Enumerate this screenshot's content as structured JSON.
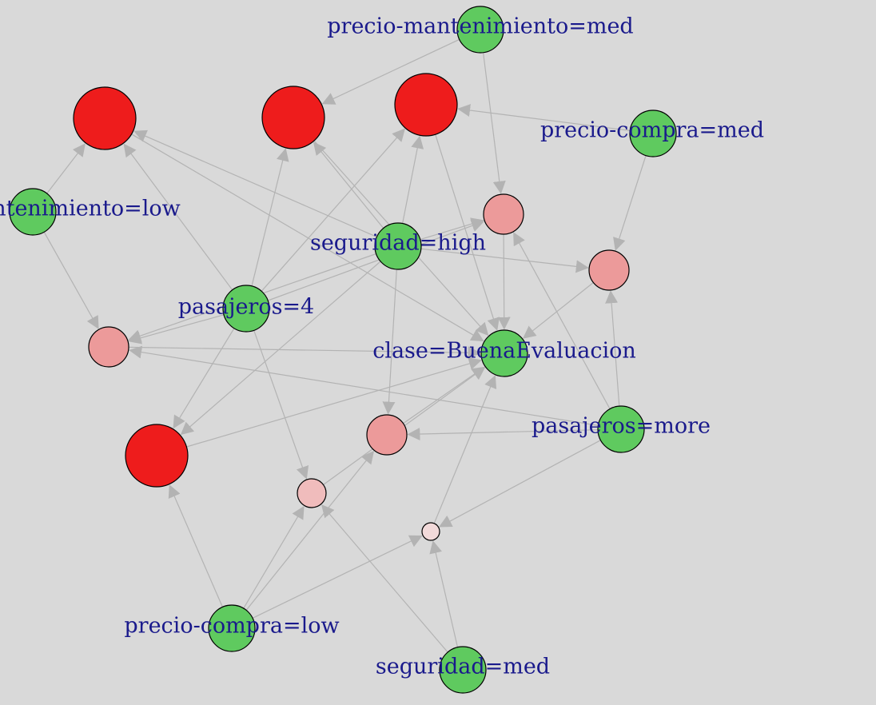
{
  "colors": {
    "background": "#d9d9d9",
    "edge": "#b3b3b3",
    "item_node": "#5fca5f",
    "rule_node_strong": "#ee1c1c",
    "label_text": "#1a1a8c",
    "node_outline": "#000000"
  },
  "graph": {
    "nodes": [
      {
        "id": "mant_med",
        "kind": "item",
        "label": "precio-mantenimiento=med",
        "fill": "#5fca5f"
      },
      {
        "id": "compra_med",
        "kind": "item",
        "label": "precio-compra=med",
        "fill": "#5fca5f"
      },
      {
        "id": "mant_low",
        "kind": "item",
        "label": "ntenimiento=low",
        "fill": "#5fca5f"
      },
      {
        "id": "seg_high",
        "kind": "item",
        "label": "seguridad=high",
        "fill": "#5fca5f"
      },
      {
        "id": "pas_4",
        "kind": "item",
        "label": "pasajeros=4",
        "fill": "#5fca5f"
      },
      {
        "id": "clase",
        "kind": "item",
        "label": "clase=BuenaEvaluacion",
        "fill": "#5fca5f"
      },
      {
        "id": "pas_more",
        "kind": "item",
        "label": "pasajeros=more",
        "fill": "#5fca5f"
      },
      {
        "id": "compra_low",
        "kind": "item",
        "label": "precio-compra=low",
        "fill": "#5fca5f"
      },
      {
        "id": "seg_med",
        "kind": "item",
        "label": "seguridad=med",
        "fill": "#5fca5f"
      },
      {
        "id": "r1",
        "kind": "rule",
        "label": "",
        "fill": "#ee1c1c"
      },
      {
        "id": "r2",
        "kind": "rule",
        "label": "",
        "fill": "#ee1c1c"
      },
      {
        "id": "r3",
        "kind": "rule",
        "label": "",
        "fill": "#ee1c1c"
      },
      {
        "id": "r4",
        "kind": "rule",
        "label": "",
        "fill": "#ee1c1c"
      },
      {
        "id": "r5",
        "kind": "rule",
        "label": "",
        "fill": "#ec9a9a"
      },
      {
        "id": "r6",
        "kind": "rule",
        "label": "",
        "fill": "#ec9a9a"
      },
      {
        "id": "r7",
        "kind": "rule",
        "label": "",
        "fill": "#ec9a9a"
      },
      {
        "id": "r8",
        "kind": "rule",
        "label": "",
        "fill": "#ec9a9a"
      },
      {
        "id": "r9",
        "kind": "rule",
        "label": "",
        "fill": "#f0bcbc"
      },
      {
        "id": "r10",
        "kind": "rule",
        "label": "",
        "fill": "#f2dada"
      }
    ],
    "edges": [
      [
        "mant_med",
        "r2"
      ],
      [
        "mant_med",
        "r5"
      ],
      [
        "compra_med",
        "r3"
      ],
      [
        "compra_med",
        "r6"
      ],
      [
        "mant_low",
        "r1"
      ],
      [
        "mant_low",
        "r7"
      ],
      [
        "seg_high",
        "r1"
      ],
      [
        "seg_high",
        "r3"
      ],
      [
        "seg_high",
        "r2"
      ],
      [
        "seg_high",
        "r5"
      ],
      [
        "seg_high",
        "r6"
      ],
      [
        "seg_high",
        "r7"
      ],
      [
        "seg_high",
        "r4"
      ],
      [
        "seg_high",
        "r8"
      ],
      [
        "pas_4",
        "r1"
      ],
      [
        "pas_4",
        "r2"
      ],
      [
        "pas_4",
        "r3"
      ],
      [
        "pas_4",
        "r7"
      ],
      [
        "pas_4",
        "r4"
      ],
      [
        "pas_4",
        "r9"
      ],
      [
        "pas_4",
        "r5"
      ],
      [
        "r1",
        "clase"
      ],
      [
        "r2",
        "clase"
      ],
      [
        "r3",
        "clase"
      ],
      [
        "r5",
        "clase"
      ],
      [
        "r6",
        "clase"
      ],
      [
        "r7",
        "clase"
      ],
      [
        "r4",
        "clase"
      ],
      [
        "r8",
        "clase"
      ],
      [
        "r9",
        "clase"
      ],
      [
        "r10",
        "clase"
      ],
      [
        "pas_more",
        "r6"
      ],
      [
        "pas_more",
        "r5"
      ],
      [
        "pas_more",
        "r7"
      ],
      [
        "pas_more",
        "r8"
      ],
      [
        "pas_more",
        "r10"
      ],
      [
        "compra_low",
        "r4"
      ],
      [
        "compra_low",
        "r9"
      ],
      [
        "compra_low",
        "r8"
      ],
      [
        "compra_low",
        "r10"
      ],
      [
        "seg_med",
        "r9"
      ],
      [
        "seg_med",
        "r10"
      ]
    ]
  }
}
